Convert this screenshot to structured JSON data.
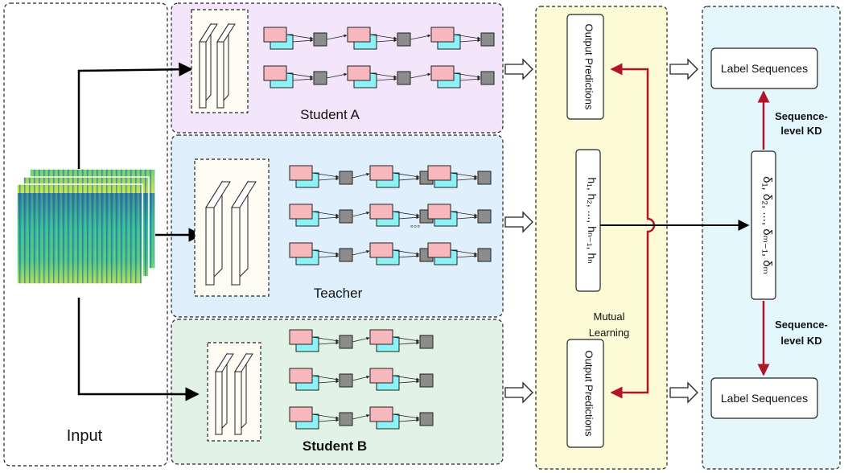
{
  "input": {
    "label": "Input"
  },
  "students": {
    "a": {
      "label": "Student A"
    },
    "teacher": {
      "label": "Teacher"
    },
    "b": {
      "label": "Student B"
    }
  },
  "teacher_ellipsis": "◦◦◦",
  "output_predictions": {
    "top": "Output Predictions",
    "bottom": "Output Predictions"
  },
  "hidden_states": "h₁, h₂, ..., hₙ₋₁, hₙ",
  "mutual_learning": {
    "line1": "Mutual",
    "line2": "Learning"
  },
  "label_sequences": {
    "top": "Label Sequences",
    "bottom": "Label Sequences"
  },
  "deltas": "δ₁, δ₂, ..., δₘ₋₁, δₘ",
  "sequence_kd": {
    "top_line1": "Sequence-",
    "top_line2": "level KD",
    "bottom_line1": "Sequence-",
    "bottom_line2": "level KD"
  },
  "colors": {
    "student_a_bg": "#f3e6fb",
    "teacher_bg": "#dff0fc",
    "student_b_bg": "#e3f2e6",
    "mutual_bg": "#fdfbd6",
    "label_bg": "#e3f7fc",
    "pink_block": "#f6b8bd",
    "cyan_block": "#8cf2f6",
    "gray_block": "#8c8c8c",
    "kd_arrow": "#b0152a"
  }
}
